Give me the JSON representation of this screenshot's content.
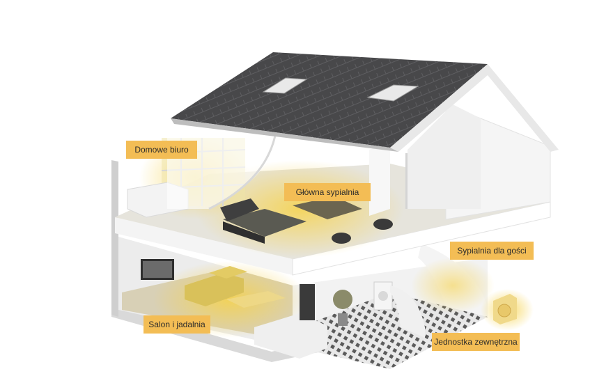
{
  "labels": {
    "home_office": "Domowe biuro",
    "master_bedroom": "Główna sypialnia",
    "guest_bedroom": "Sypialnia dla gości",
    "living_dining": "Salon i jadalnia",
    "outdoor_unit": "Jednostka zewnętrzna"
  },
  "colors": {
    "label_bg": "#f3bd55",
    "roof": "#4a4a4c",
    "walls": "#e9e9e9",
    "glow": "#f2c94c"
  }
}
